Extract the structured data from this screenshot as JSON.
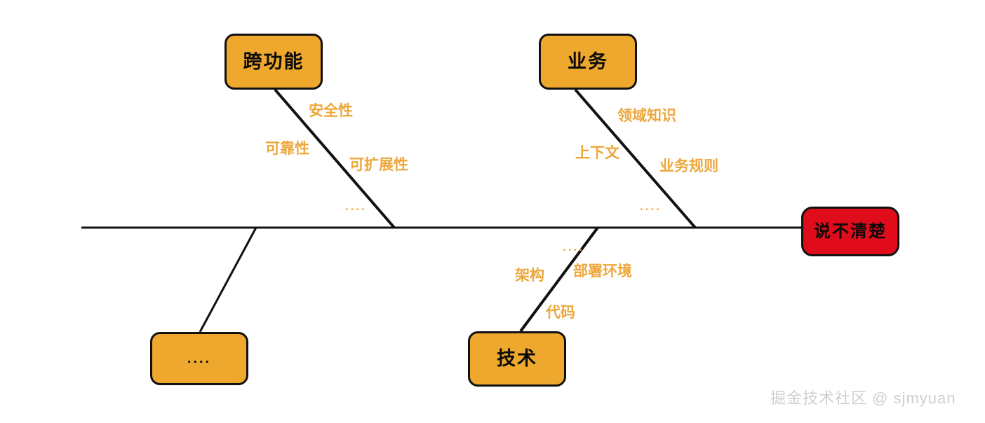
{
  "diagram": {
    "type": "fishbone",
    "title_box": {
      "label": "说不清楚",
      "color": "#e00b1b"
    },
    "category_color": "#efa82e",
    "cause_text_color": "#eda73a",
    "spine_color": "#111111",
    "categories": [
      {
        "id": "cross-functional",
        "label": "跨功能",
        "position": "top-left",
        "causes": [
          {
            "label": "安全性"
          },
          {
            "label": "可靠性"
          },
          {
            "label": "可扩展性"
          },
          {
            "label": "...."
          }
        ]
      },
      {
        "id": "business",
        "label": "业务",
        "position": "top-right",
        "causes": [
          {
            "label": "领域知识"
          },
          {
            "label": "上下文"
          },
          {
            "label": "业务规则"
          },
          {
            "label": "...."
          }
        ]
      },
      {
        "id": "technology",
        "label": "技术",
        "position": "bottom-right",
        "causes": [
          {
            "label": "...."
          },
          {
            "label": "部署环境"
          },
          {
            "label": "架构"
          },
          {
            "label": "代码"
          }
        ]
      },
      {
        "id": "more",
        "label": "....",
        "position": "bottom-left",
        "causes": []
      }
    ]
  },
  "watermark": {
    "text": "掘金技术社区 @ sjmyuan"
  }
}
